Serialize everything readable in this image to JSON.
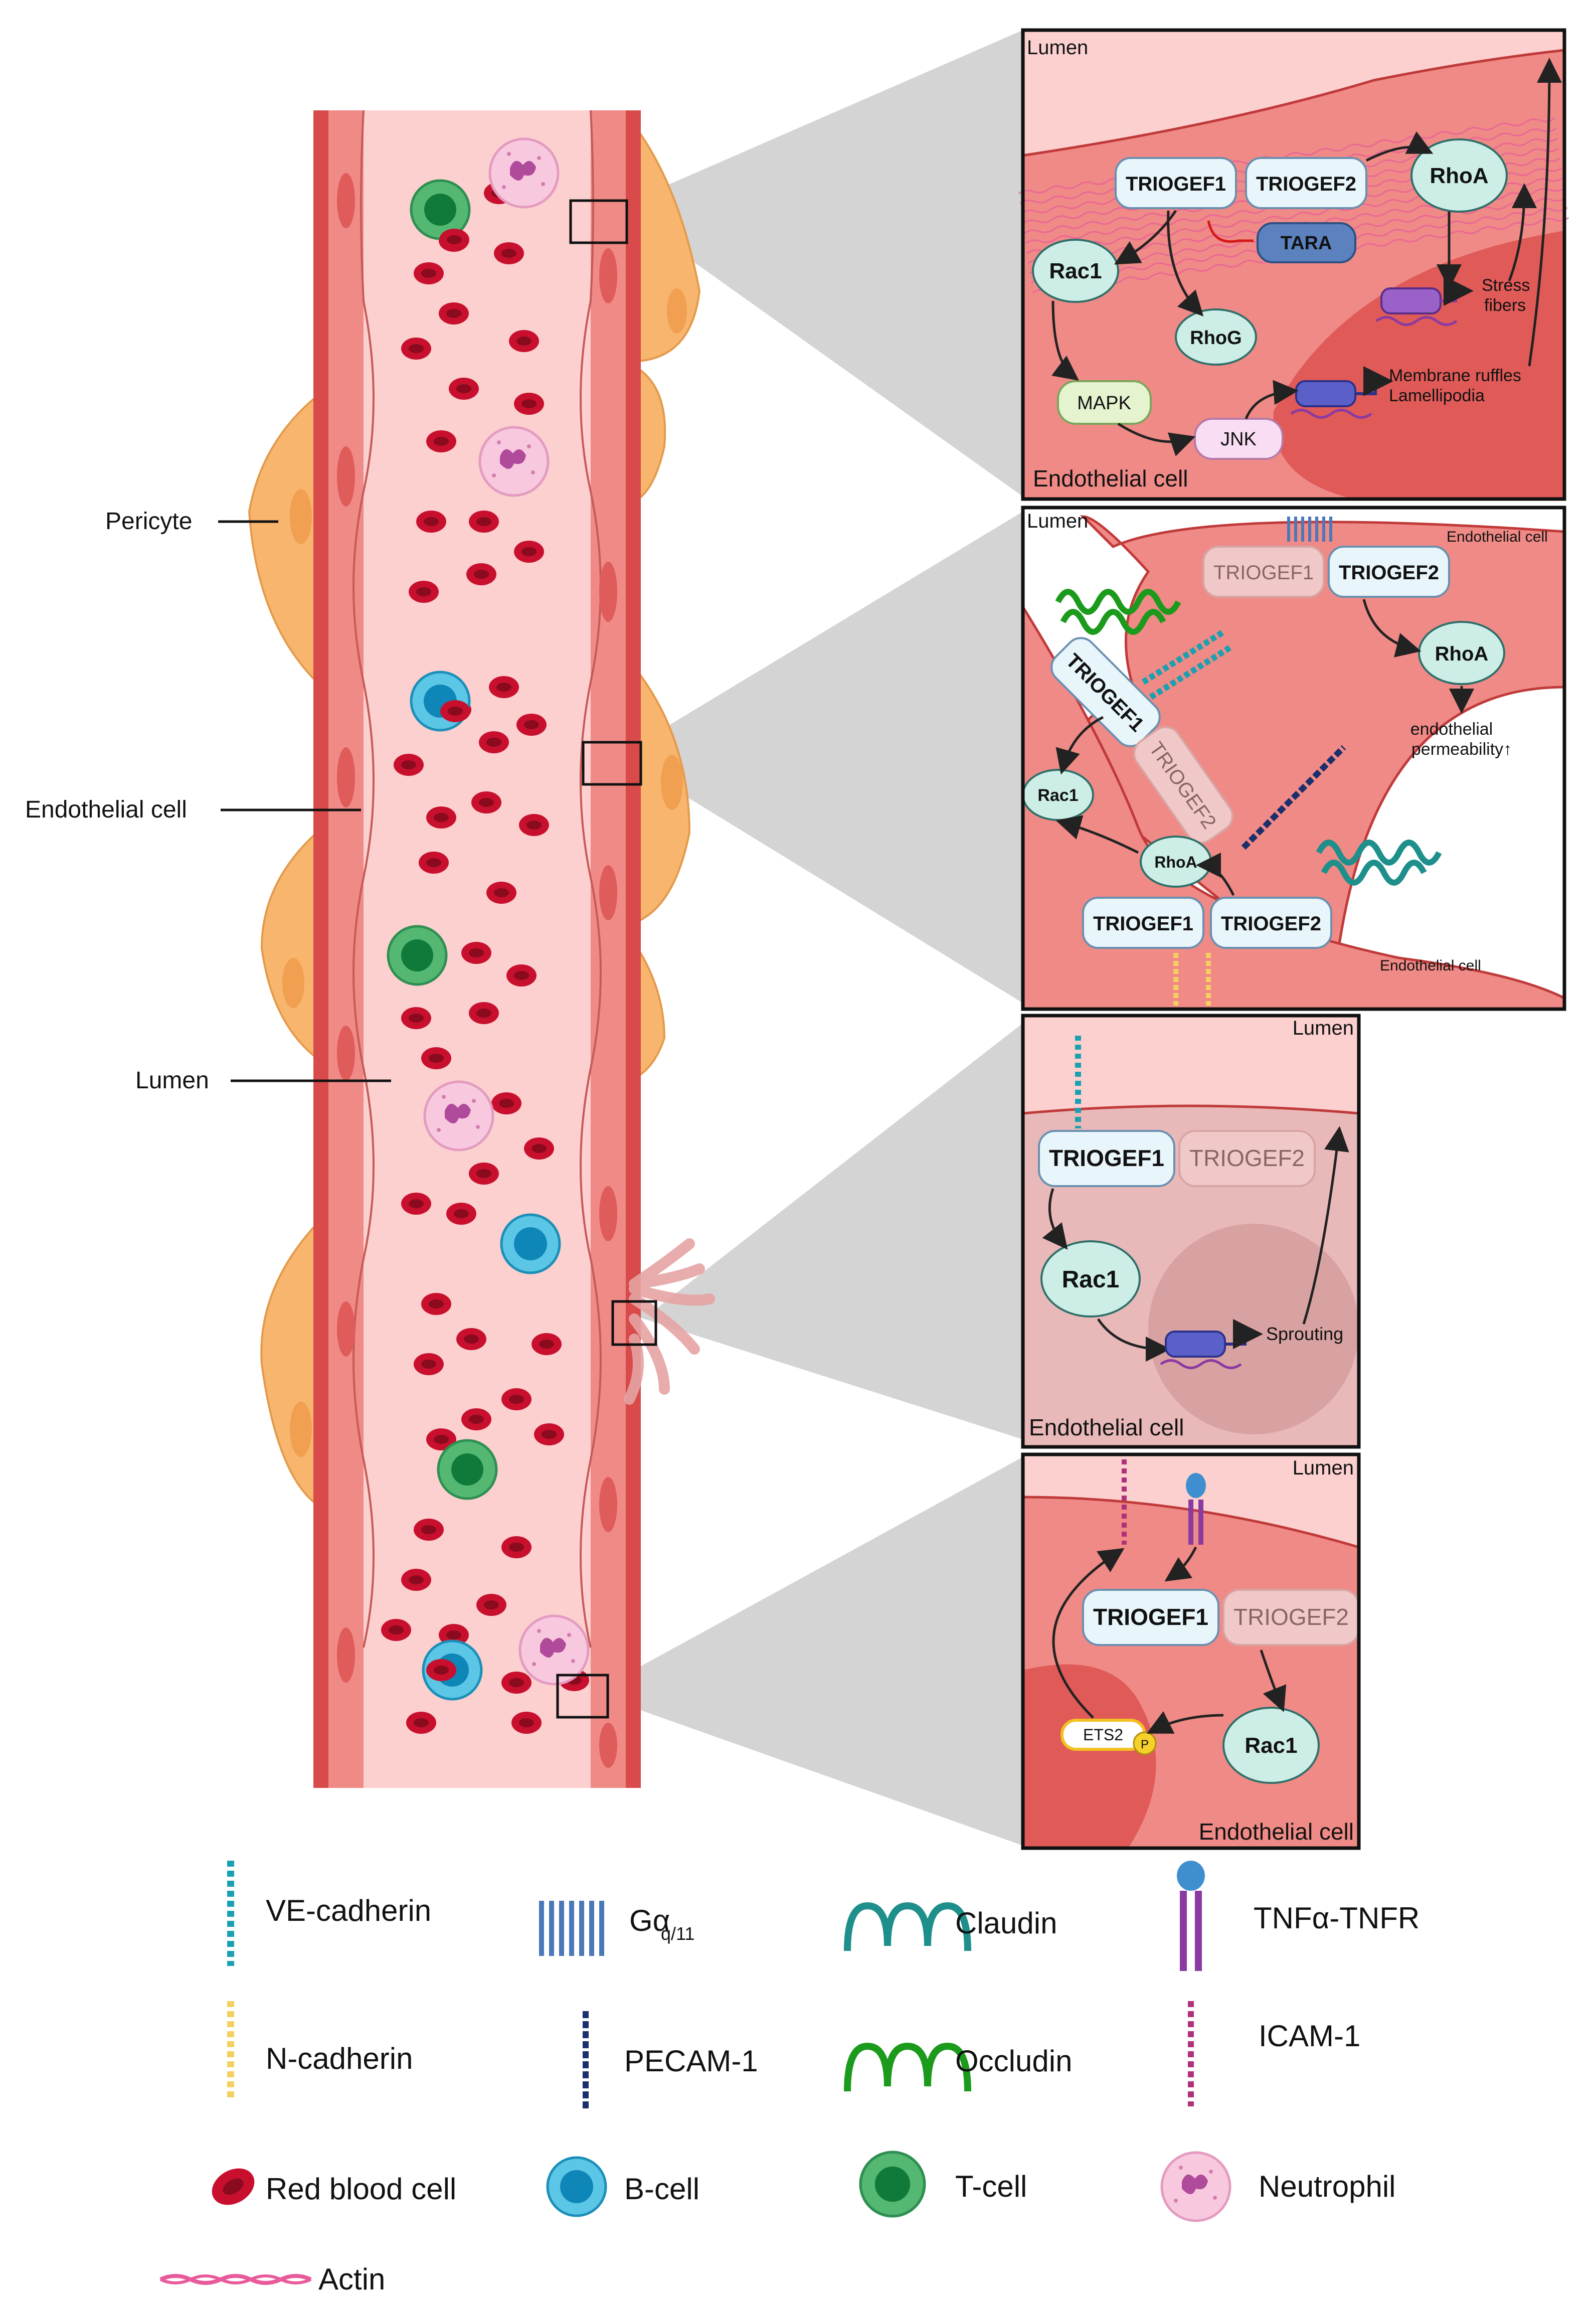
{
  "labels": {
    "pericyte": "Pericyte",
    "endothelial_cell": "Endothelial cell",
    "lumen": "Lumen"
  },
  "panel1": {
    "lumen": "Lumen",
    "triogef1": "TRIOGEF1",
    "triogef2": "TRIOGEF2",
    "rhoa": "RhoA",
    "tara": "TARA",
    "rac1": "Rac1",
    "rhog": "RhoG",
    "stress": "Stress",
    "fibers": "fibers",
    "membrane_ruffles": "Membrane ruffles",
    "lamellipodia": "Lamellipodia",
    "mapk": "MAPK",
    "jnk": "JNK",
    "endothelial_cell": "Endothelial cell"
  },
  "panel2": {
    "lumen": "Lumen",
    "endothelial_cell_top": "Endothelial cell",
    "triogef1_faded": "TRIOGEF1",
    "triogef2": "TRIOGEF2",
    "rhoa_top": "RhoA",
    "perm_line1": "endothelial",
    "perm_line2": "permeability↑",
    "triogef1_rot": "TRIOGEF1",
    "triogef2_rot": "TRIOGEF2",
    "rac1": "Rac1",
    "rhoa_bottom": "RhoA",
    "triogef1_bottom": "TRIOGEF1",
    "triogef2_bottom": "TRIOGEF2",
    "endothelial_cell_bottom": "Endothelial cell"
  },
  "panel3": {
    "lumen": "Lumen",
    "triogef1": "TRIOGEF1",
    "triogef2": "TRIOGEF2",
    "rac1": "Rac1",
    "sprouting": "Sprouting",
    "endothelial_cell": "Endothelial cell"
  },
  "panel4": {
    "lumen": "Lumen",
    "triogef1": "TRIOGEF1",
    "triogef2": "TRIOGEF2",
    "rac1": "Rac1",
    "ets2": "ETS2",
    "p": "P",
    "endothelial_cell": "Endothelial cell"
  },
  "legend": {
    "ve_cadherin": "VE-cadherin",
    "galpha_main": "Gα",
    "galpha_sub": "q/11",
    "claudin": "Claudin",
    "tnf": "TNFα-TNFR",
    "n_cadherin": "N-cadherin",
    "pecam": "PECAM-1",
    "occludin": "Occludin",
    "icam": "ICAM-1",
    "rbc": "Red blood cell",
    "bcell": "B-cell",
    "tcell": "T-cell",
    "neutrophil": "Neutrophil",
    "actin": "Actin"
  },
  "colors": {
    "vessel_wall": "#e0605e",
    "endothelium": "#ef8a86",
    "lumen": "#fbd0cf",
    "pericyte": "#f7b56e",
    "red_blood_cell": "#c8102e",
    "b_cell": "#2fb5dc",
    "t_cell": "#35a85c",
    "neutrophil": "#f6c3dc",
    "panel_border": "#111111",
    "zoom_wedge": "#cfcfcf"
  }
}
